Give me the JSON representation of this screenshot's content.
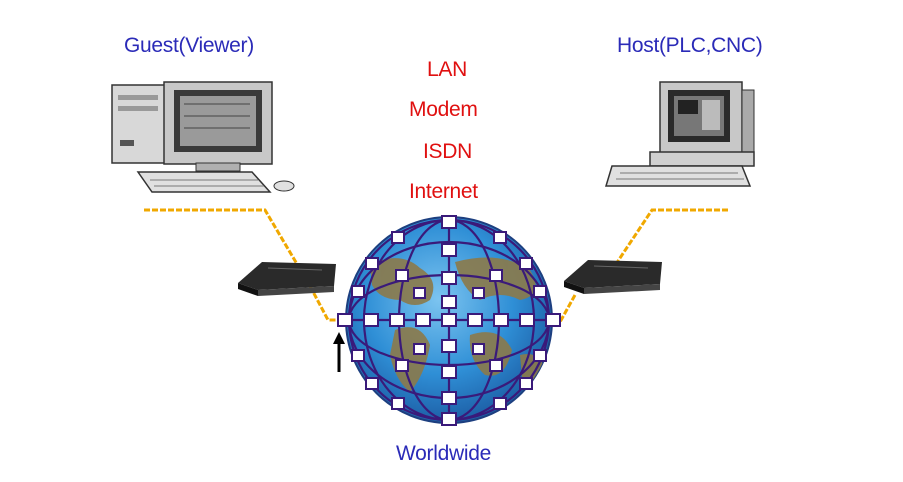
{
  "guest_label": "Guest(Viewer)",
  "host_label": "Host(PLC,CNC)",
  "connections": [
    "LAN",
    "Modem",
    "ISDN",
    "Internet"
  ],
  "bottom_label": "Worldwide",
  "colors": {
    "label_blue": "#2b2bb8",
    "label_red": "#e01010",
    "cable_orange": "#f0a800",
    "network_purple": "#3a1a7a",
    "globe_blue": "#2f8fd6",
    "globe_land": "#8c7a4a"
  }
}
